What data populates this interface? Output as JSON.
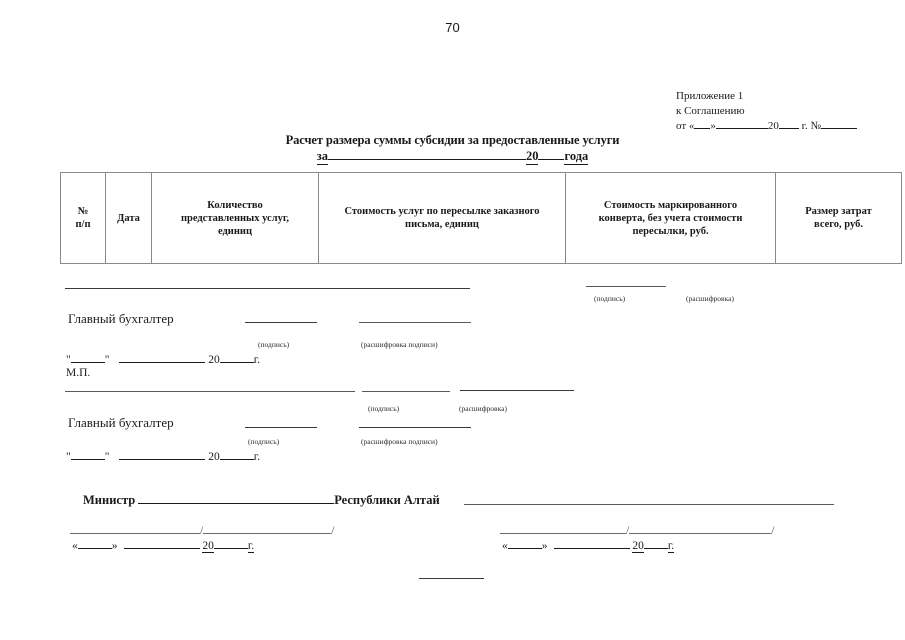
{
  "page": {
    "number": "70"
  },
  "appendix": {
    "line1": "Приложение 1",
    "line2": "к Соглашению",
    "line3_prefix": "от «",
    "line3_mid": "»",
    "line3_year": "20",
    "line3_g": "г. №"
  },
  "title": {
    "line1": "Расчет размера суммы субсидии за предоставленные услуги",
    "line2_prefix": "за",
    "line2_year": "20",
    "line2_suffix": "года"
  },
  "table": {
    "headers": [
      "№\nп/п",
      "Дата",
      "Количество представленных услуг, единиц",
      "Стоимость услуг по пересылке заказного письма, единиц",
      "Стоимость маркированного конверта, без учета стоимости пересылки, руб.",
      "Размер затрат всего, руб."
    ],
    "header_1_l1": "№",
    "header_1_l2": "п/п",
    "header_2": "Дата",
    "header_3_l1": "Количество",
    "header_3_l2": "представленных услуг,",
    "header_3_l3": "единиц",
    "header_4_l1": "Стоимость услуг по пересылке заказного",
    "header_4_l2": "письма, единиц",
    "header_5_l1": "Стоимость маркированного",
    "header_5_l2": "конверта, без учета стоимости",
    "header_5_l3": "пересылки, руб.",
    "header_6_l1": "Размер затрат",
    "header_6_l2": "всего, руб."
  },
  "signature_block_1": {
    "role": "Главный бухгалтер",
    "caption_signature": "(подпись)",
    "caption_transcript": "(расшифровка подписи)",
    "date_quote_open": "\"",
    "date_quote_close": "\"",
    "date_year": "20",
    "date_g": "г.",
    "stamp": "М.П."
  },
  "signature_block_right_1": {
    "caption_signature": "(подпись)",
    "caption_transcript": "(расшифровка)"
  },
  "signature_block_2": {
    "role": "Главный бухгалтер",
    "caption_signature": "(подпись)",
    "caption_transcript": "(расшифровка подписи)",
    "date_quote_open": "\"",
    "date_quote_close": "\"",
    "date_year": "20",
    "date_g": "г."
  },
  "signature_block_right_2": {
    "caption_signature": "(подпись)",
    "caption_transcript": "(расшифровка)"
  },
  "minister": {
    "label": "Министр",
    "republic": "Республики Алтай"
  },
  "bottom_left": {
    "slash": "/",
    "slash2": "/",
    "quote_open": "«",
    "quote_close": "»",
    "year": "20",
    "g": "г."
  },
  "bottom_right": {
    "slash": "/",
    "slash2": "/",
    "quote_open": "«",
    "quote_close": "»",
    "year": "20",
    "g": "г."
  }
}
